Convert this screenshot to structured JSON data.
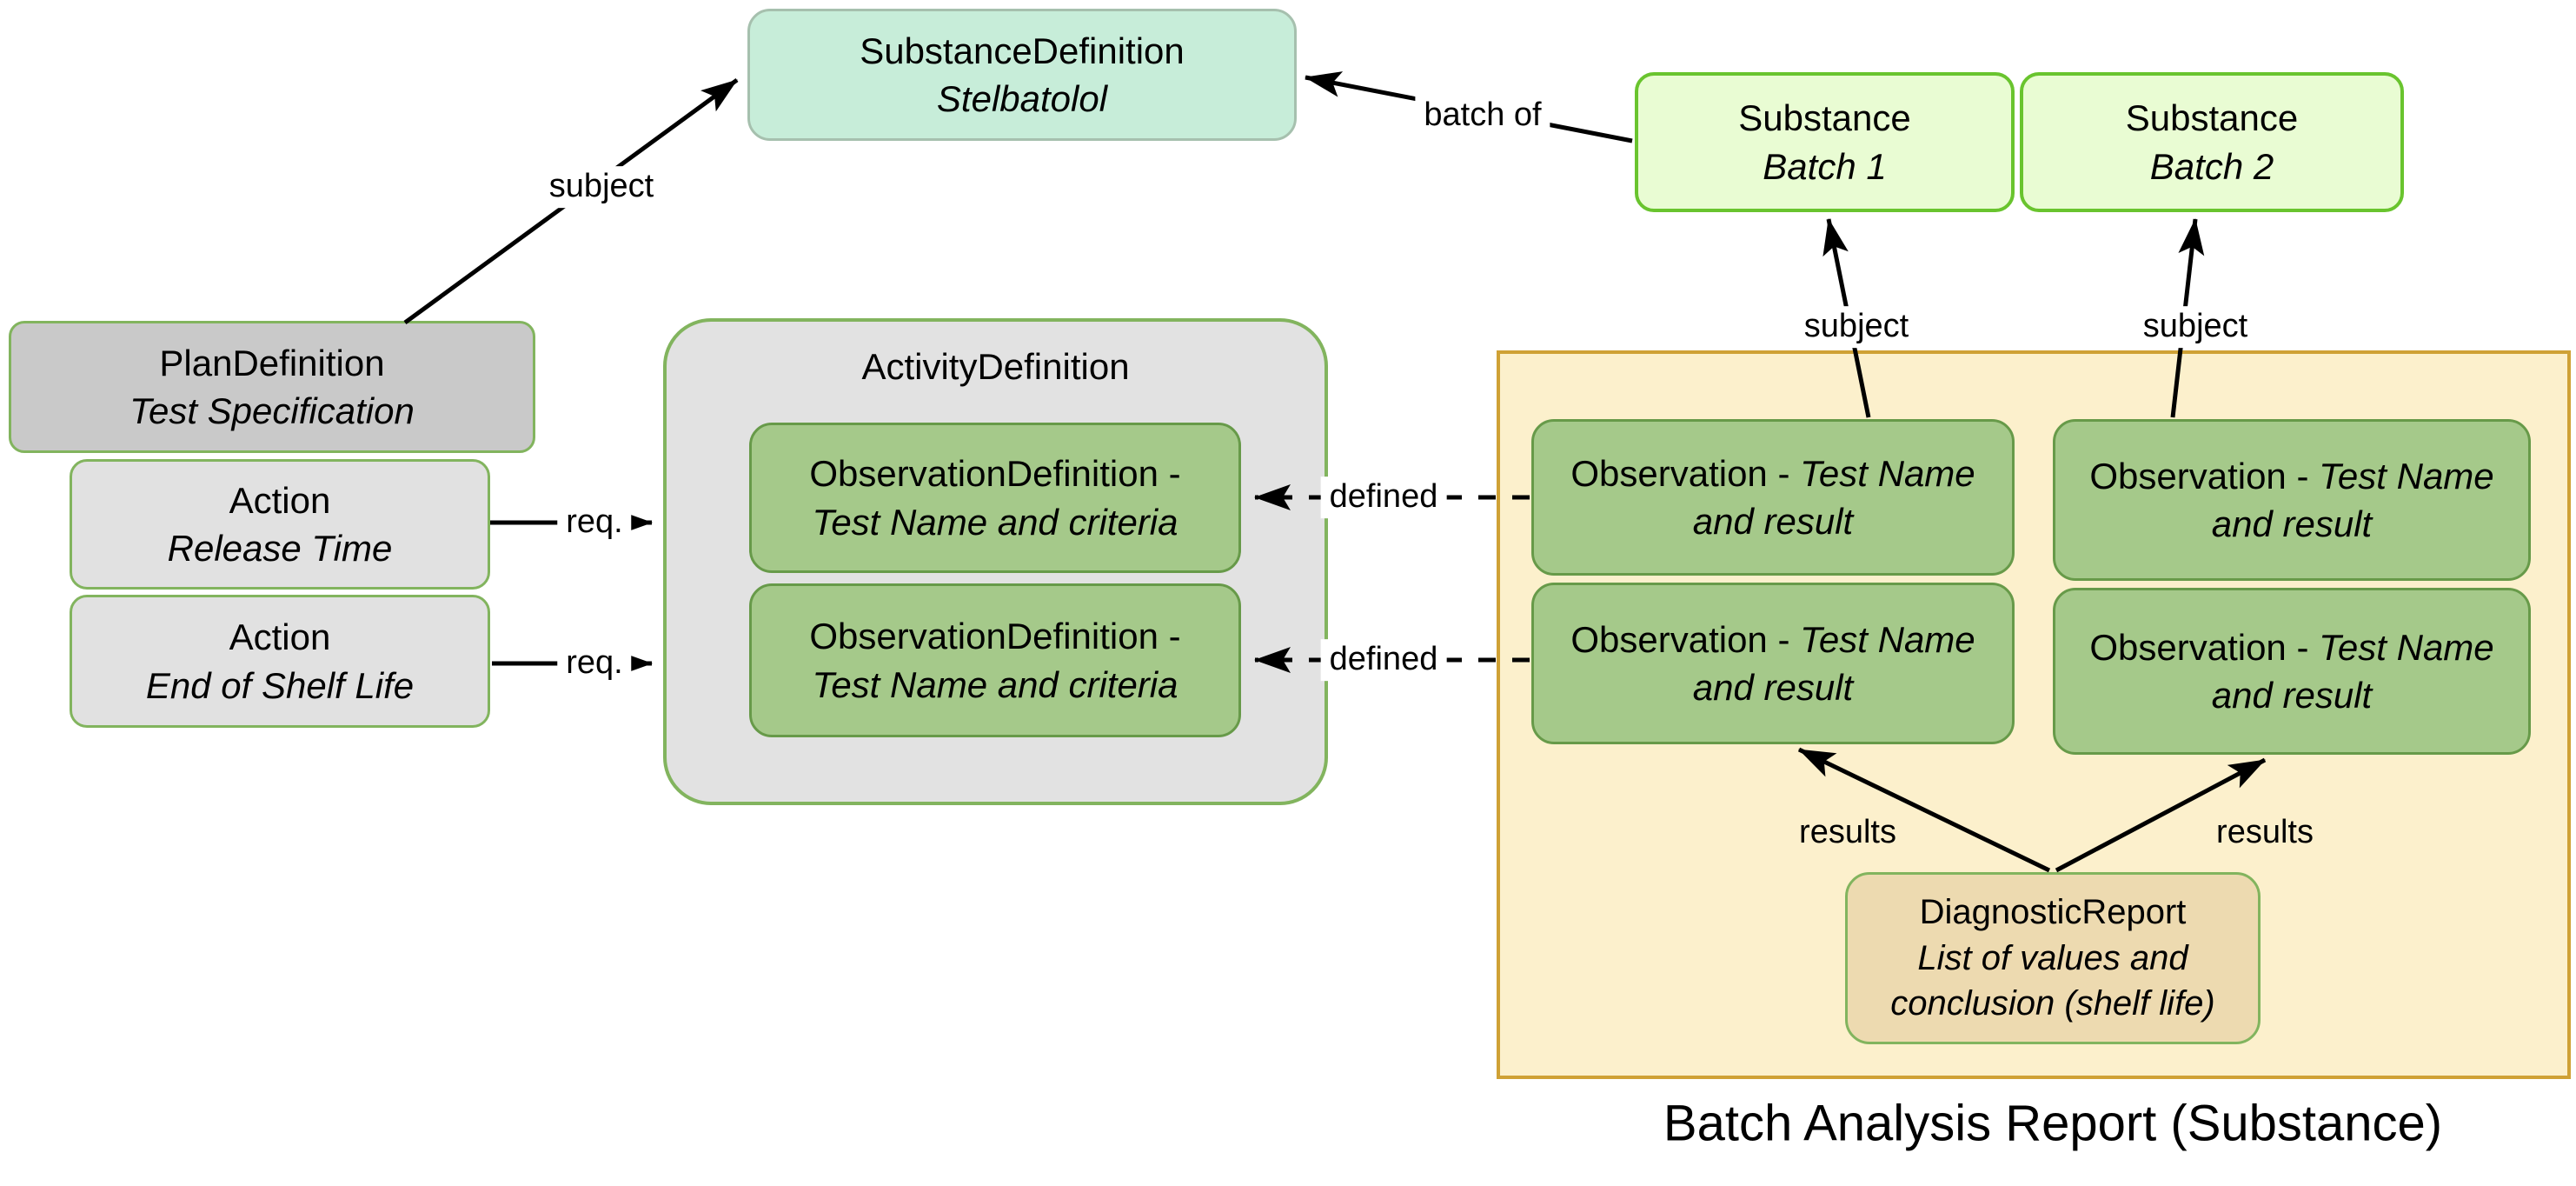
{
  "caption": "Batch Analysis Report (Substance)",
  "nodes": {
    "substance_definition": {
      "title": "SubstanceDefinition",
      "subtitle": "Stelbatolol"
    },
    "substance_batch1": {
      "title": "Substance",
      "subtitle": "Batch 1"
    },
    "substance_batch2": {
      "title": "Substance",
      "subtitle": "Batch 2"
    },
    "plan_definition": {
      "title": "PlanDefinition",
      "subtitle": "Test Specification"
    },
    "action_release": {
      "title": "Action",
      "subtitle": "Release Time"
    },
    "action_shelf": {
      "title": "Action",
      "subtitle": "End of Shelf Life"
    },
    "activity_definition": {
      "title": "ActivityDefinition"
    },
    "observation_definition_1": {
      "title": "ObservationDefinition -",
      "subtitle": "Test Name and criteria"
    },
    "observation_definition_2": {
      "title": "ObservationDefinition -",
      "subtitle": "Test Name and criteria"
    },
    "observation_L1": {
      "prefix": "Observation - ",
      "italic1": "Test Name",
      "line2": "and result"
    },
    "observation_L2": {
      "prefix": "Observation - ",
      "italic1": "Test Name",
      "line2": "and result"
    },
    "observation_R1": {
      "prefix": "Observation - ",
      "italic1": "Test Name",
      "line2": "and result"
    },
    "observation_R2": {
      "prefix": "Observation - ",
      "italic1": "Test Name",
      "line2": "and result"
    },
    "diagnostic_report": {
      "title": "DiagnosticReport",
      "line2": "List of values and",
      "line3": "conclusion (shelf life)"
    }
  },
  "edges": {
    "plan_subject": "subject",
    "batch_of_line1": "batch",
    "batch_of_line2": "of",
    "subject_left": "subject",
    "subject_right": "subject",
    "req_1": "req.",
    "req_2": "req.",
    "defined_1": "defined",
    "defined_2": "defined",
    "results_left": "results",
    "results_right": "results"
  },
  "colors": {
    "mint_fill": "#c7edd9",
    "mint_border": "#a6c0ae",
    "lime_fill": "#e9fcd3",
    "lime_border": "#69c42e",
    "plan_gray_fill": "#c9c9c9",
    "action_gray_fill": "#e1e1e1",
    "green_border_nodes": "#82b45e",
    "observation_fill": "#a5c98a",
    "observation_border": "#679a49",
    "report_container_fill": "#fcf0cc",
    "report_container_border": "#cfa135",
    "diagnostic_fill": "#eddab0",
    "arrow_color": "#000000",
    "text_color": "#000000",
    "background": "#ffffff"
  }
}
